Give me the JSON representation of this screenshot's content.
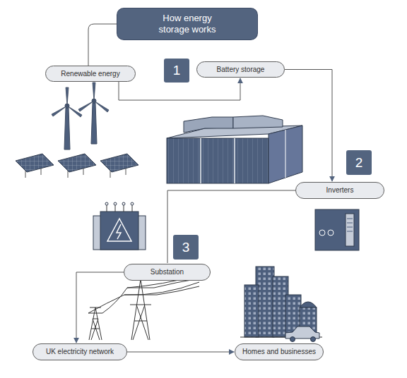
{
  "diagram": {
    "title": "How energy storage works",
    "nodes": [
      {
        "text": [
          "Renewable energy"
        ]
      },
      {
        "text": [
          "Battery storage"
        ]
      },
      {
        "text": [
          "Inverters"
        ]
      },
      {
        "text": [
          "Substation"
        ]
      },
      {
        "text": [
          "UK electricity network"
        ]
      },
      {
        "text": [
          "Homes and businesses"
        ]
      }
    ],
    "edges": [
      {
        "from": 0,
        "to": 1,
        "arrow": "to"
      },
      {
        "from": 1,
        "to": 2,
        "arrow": "to"
      },
      {
        "from": 2,
        "to": 3,
        "arrow": "none"
      },
      {
        "from": 3,
        "to": 4,
        "arrow": "to"
      },
      {
        "from": 4,
        "to": 5,
        "arrow": "to"
      }
    ],
    "labels": [
      "1",
      "2",
      "3"
    ]
  }
}
